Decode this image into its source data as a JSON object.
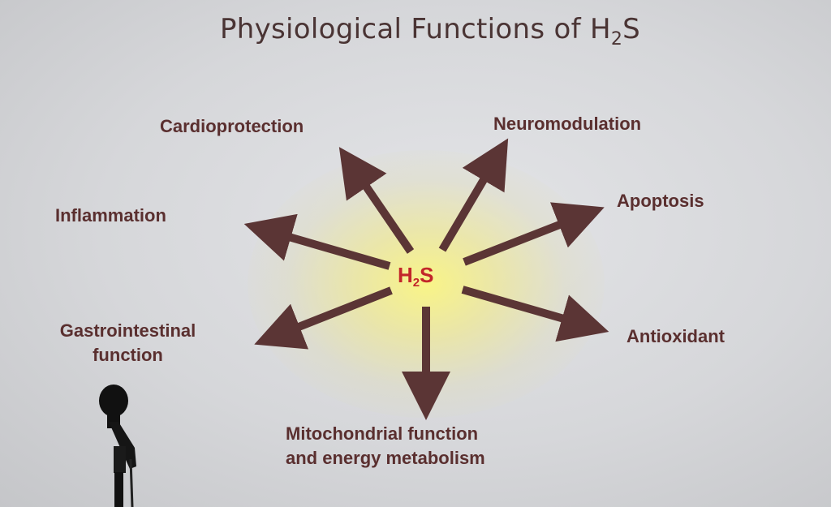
{
  "title": {
    "main": "Physiological Functions of H",
    "subscript": "2",
    "suffix": "S"
  },
  "center": {
    "main": "H",
    "subscript": "2",
    "suffix": "S"
  },
  "functions": [
    "Cardioprotection",
    "Neuromodulation",
    "Inflammation",
    "Apoptosis",
    "Gastrointestinal",
    "function",
    "Antioxidant",
    "Mitochondrial function",
    "and energy metabolism"
  ],
  "colors": {
    "arrow": "#5b3535",
    "center_text": "#c2262a",
    "label": "#5a2f2f",
    "glow": "#f4ef86"
  }
}
